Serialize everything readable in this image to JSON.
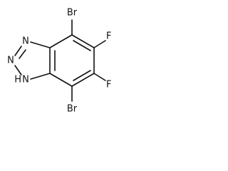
{
  "atoms": {
    "br_top": "Br",
    "br_bottom": "Br",
    "f_upper": "F",
    "f_lower": "F",
    "n_top": "N",
    "n_middle": "N",
    "nh": "N",
    "h": "H"
  }
}
